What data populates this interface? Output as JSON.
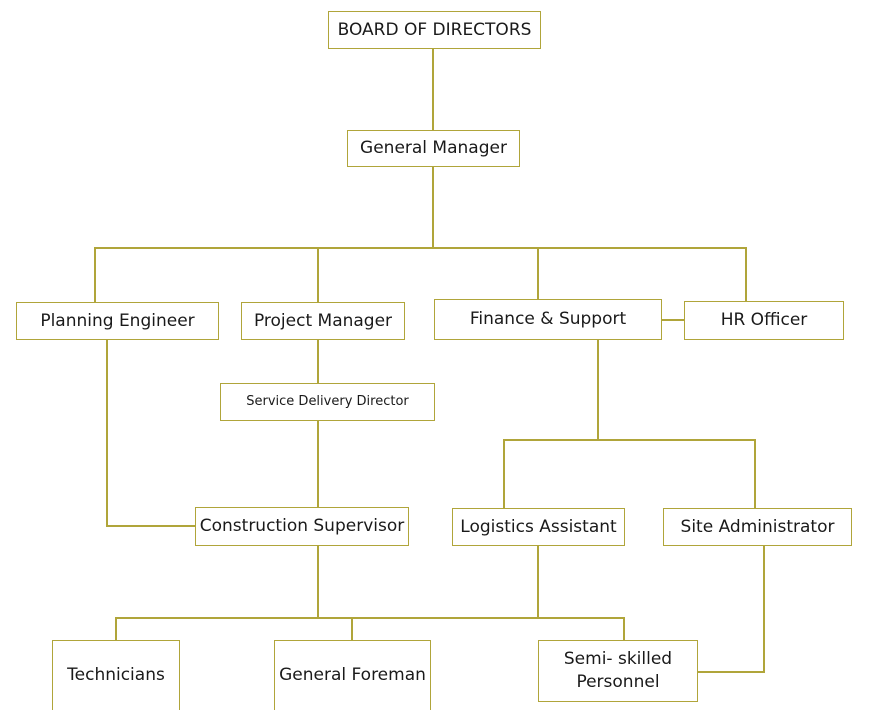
{
  "colors": {
    "line": "#b0a53a",
    "box_border": "#b0a53a",
    "text": "#1a1a1a",
    "background": "#ffffff"
  },
  "nodes": {
    "board": "BOARD OF DIRECTORS",
    "general_manager": "General Manager",
    "planning_engineer": "Planning Engineer",
    "project_manager": "Project Manager",
    "finance_support": "Finance & Support",
    "hr_officer": "HR Officer",
    "service_delivery_director": "Service Delivery Director",
    "construction_supervisor": "Construction Supervisor",
    "logistics_assistant": "Logistics Assistant",
    "site_administrator": "Site Administrator",
    "technicians": "Technicians",
    "general_foreman": "General Foreman",
    "semi_skilled_line1": "Semi- skilled",
    "semi_skilled_line2": "Personnel"
  }
}
